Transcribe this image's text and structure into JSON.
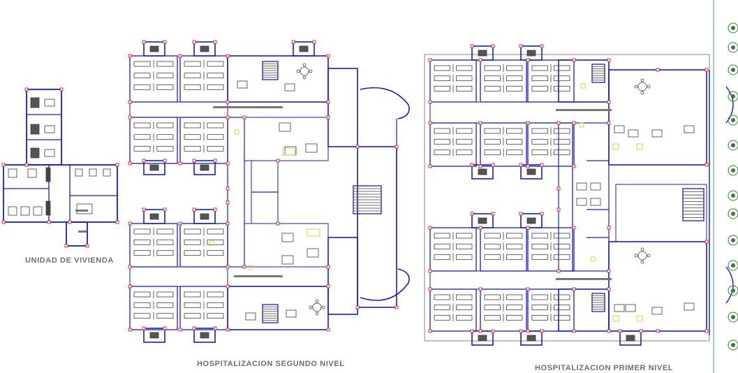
{
  "labels": {
    "vivienda": "UNIDAD DE VIVIENDA",
    "segundo": "HOSPITALIZACION  SEGUNDO NIVEL",
    "primer": "HOSPITALIZACION  PRIMER NIVEL"
  },
  "colors": {
    "wall": "#1a1acc",
    "column": "#e0303a",
    "furniture": "#3c3c3c",
    "accent": "#d6c21c",
    "label": "#6e6e6e",
    "tree": "#3a7a3a"
  }
}
